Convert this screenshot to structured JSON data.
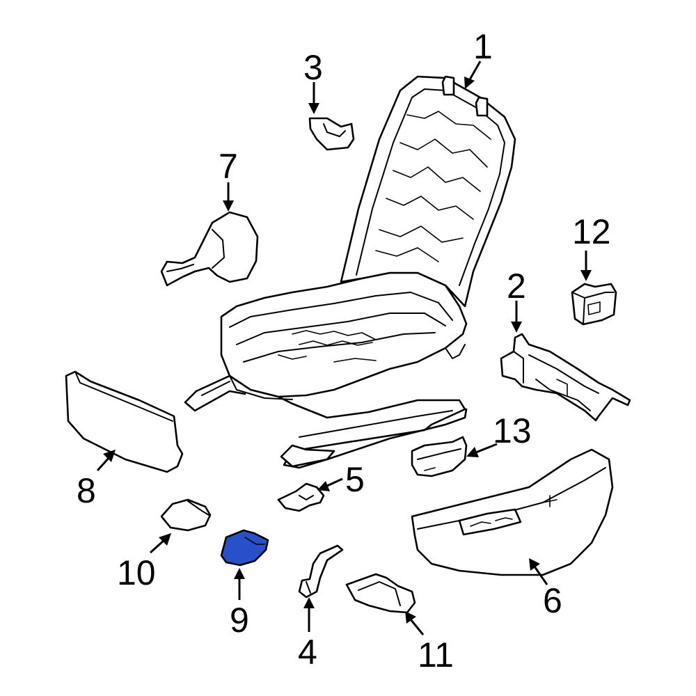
{
  "diagram": {
    "callouts": [
      {
        "id": "1",
        "label": "1"
      },
      {
        "id": "2",
        "label": "2"
      },
      {
        "id": "3",
        "label": "3"
      },
      {
        "id": "4",
        "label": "4"
      },
      {
        "id": "5",
        "label": "5"
      },
      {
        "id": "6",
        "label": "6"
      },
      {
        "id": "7",
        "label": "7"
      },
      {
        "id": "8",
        "label": "8"
      },
      {
        "id": "9",
        "label": "9"
      },
      {
        "id": "10",
        "label": "10"
      },
      {
        "id": "11",
        "label": "11"
      },
      {
        "id": "12",
        "label": "12"
      },
      {
        "id": "13",
        "label": "13"
      }
    ],
    "highlighted_part": "9",
    "colors": {
      "highlight_fill": "#2850c8",
      "line": "#000000",
      "background": "#ffffff"
    }
  }
}
